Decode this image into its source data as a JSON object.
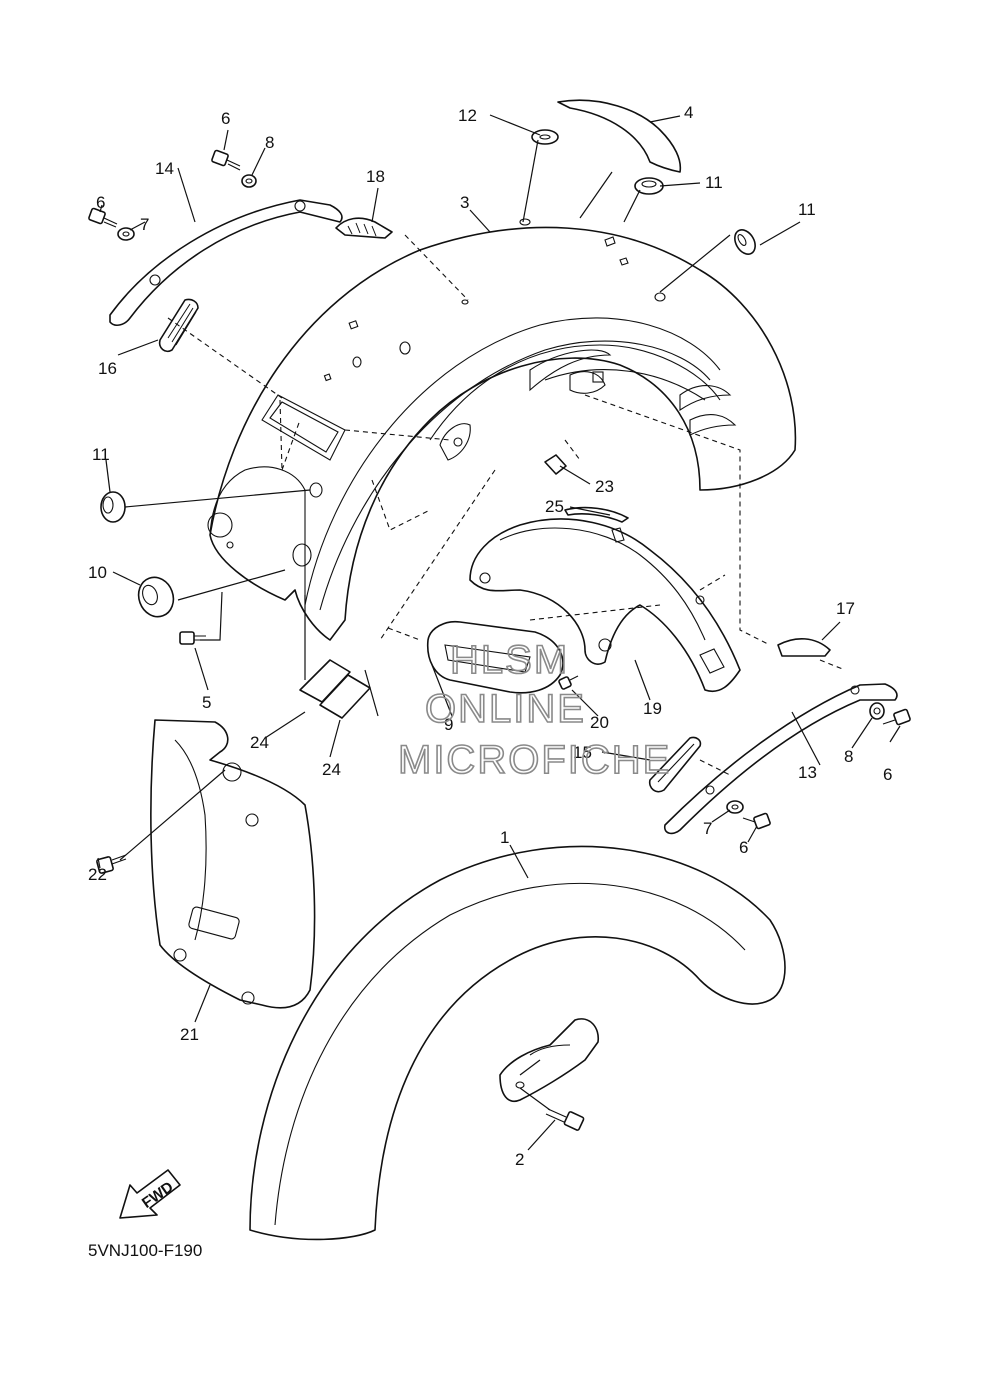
{
  "reference_code": "5VNJ100-F190",
  "direction_label": "FWD",
  "watermark_lines": [
    "HLSM",
    "ONLINE",
    "MICROFICHE"
  ],
  "callouts": [
    {
      "id": "c1",
      "text": "1"
    },
    {
      "id": "c2",
      "text": "2"
    },
    {
      "id": "c3",
      "text": "3"
    },
    {
      "id": "c4",
      "text": "4"
    },
    {
      "id": "c5",
      "text": "5"
    },
    {
      "id": "c6a",
      "text": "6"
    },
    {
      "id": "c6b",
      "text": "6"
    },
    {
      "id": "c6c",
      "text": "6"
    },
    {
      "id": "c6d",
      "text": "6"
    },
    {
      "id": "c7a",
      "text": "7"
    },
    {
      "id": "c7b",
      "text": "7"
    },
    {
      "id": "c8a",
      "text": "8"
    },
    {
      "id": "c8b",
      "text": "8"
    },
    {
      "id": "c9",
      "text": "9"
    },
    {
      "id": "c10",
      "text": "10"
    },
    {
      "id": "c11a",
      "text": "11"
    },
    {
      "id": "c11b",
      "text": "11"
    },
    {
      "id": "c11c",
      "text": "11"
    },
    {
      "id": "c12",
      "text": "12"
    },
    {
      "id": "c13",
      "text": "13"
    },
    {
      "id": "c14",
      "text": "14"
    },
    {
      "id": "c15",
      "text": "15"
    },
    {
      "id": "c16",
      "text": "16"
    },
    {
      "id": "c17",
      "text": "17"
    },
    {
      "id": "c18",
      "text": "18"
    },
    {
      "id": "c19",
      "text": "19"
    },
    {
      "id": "c20",
      "text": "20"
    },
    {
      "id": "c21",
      "text": "21"
    },
    {
      "id": "c22",
      "text": "22"
    },
    {
      "id": "c23",
      "text": "23"
    },
    {
      "id": "c24a",
      "text": "24"
    },
    {
      "id": "c24b",
      "text": "24"
    },
    {
      "id": "c25",
      "text": "25"
    }
  ]
}
